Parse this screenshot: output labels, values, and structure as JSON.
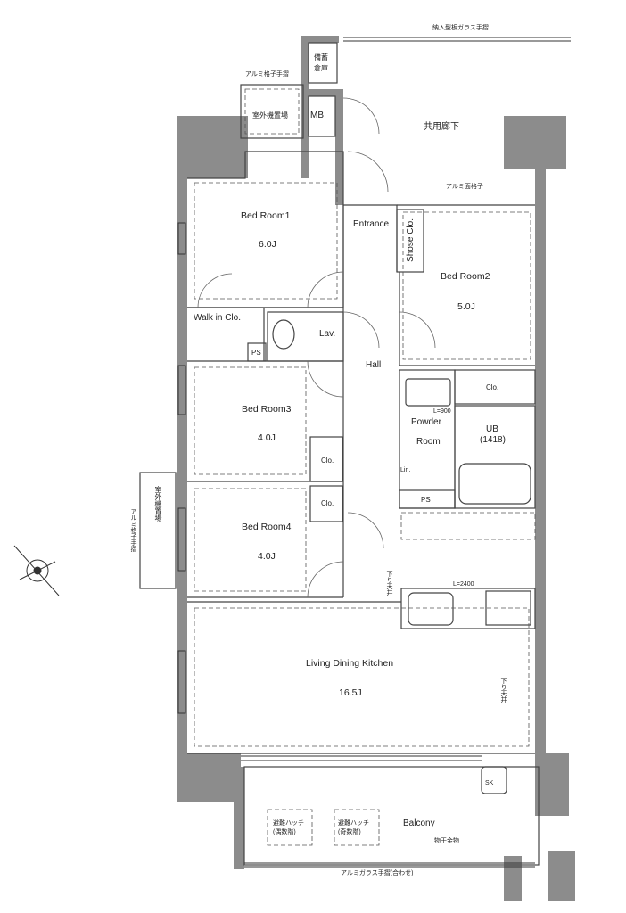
{
  "rooms": {
    "bedroom1": {
      "name": "Bed Room1",
      "size": "6.0J"
    },
    "bedroom2": {
      "name": "Bed Room2",
      "size": "5.0J"
    },
    "bedroom3": {
      "name": "Bed Room3",
      "size": "4.0J"
    },
    "bedroom4": {
      "name": "Bed Room4",
      "size": "4.0J"
    },
    "ldk": {
      "name": "Living Dining Kitchen",
      "size": "16.5J"
    },
    "entrance": "Entrance",
    "shoes": "Shose Clo.",
    "walkin": "Walk in Clo.",
    "lav": "Lav.",
    "ps1": "PS",
    "ps2": "PS",
    "hall": "Hall",
    "clo_br2": "Clo.",
    "clo_br3": "Clo.",
    "clo_br4": "Clo.",
    "powder": "Powder",
    "powder2": "Room",
    "ub": "UB",
    "ub_size": "(1418)",
    "l900": "L=900",
    "lin": "Lin.",
    "balcony": "Balcony",
    "sk": "SK",
    "mb": "MB",
    "storage": "備蓄",
    "storage2": "倉庫",
    "corridor": "共用廊下",
    "outdoor_unit_top": "室外機置場",
    "outdoor_unit_side": "室外機置場"
  },
  "annotations": {
    "glass_rail_top": "納入型板ガラス手摺",
    "alum_lattice_top": "アルミ格子手摺",
    "alum_lattice_br2": "アルミ面格子",
    "alum_lattice_side": "アルミ格子手摺",
    "kitchen_len": "L=2400",
    "ceiling_down1": "下り天井",
    "ceiling_down2": "下り天井",
    "escape_hatch1": "避難ハッチ",
    "escape_hatch1b": "(偶数階)",
    "escape_hatch2": "避難ハッチ",
    "escape_hatch2b": "(奇数階)",
    "dryer": "物干金物",
    "glass_rail_bottom": "アルミガラス手摺(合わせ)"
  }
}
